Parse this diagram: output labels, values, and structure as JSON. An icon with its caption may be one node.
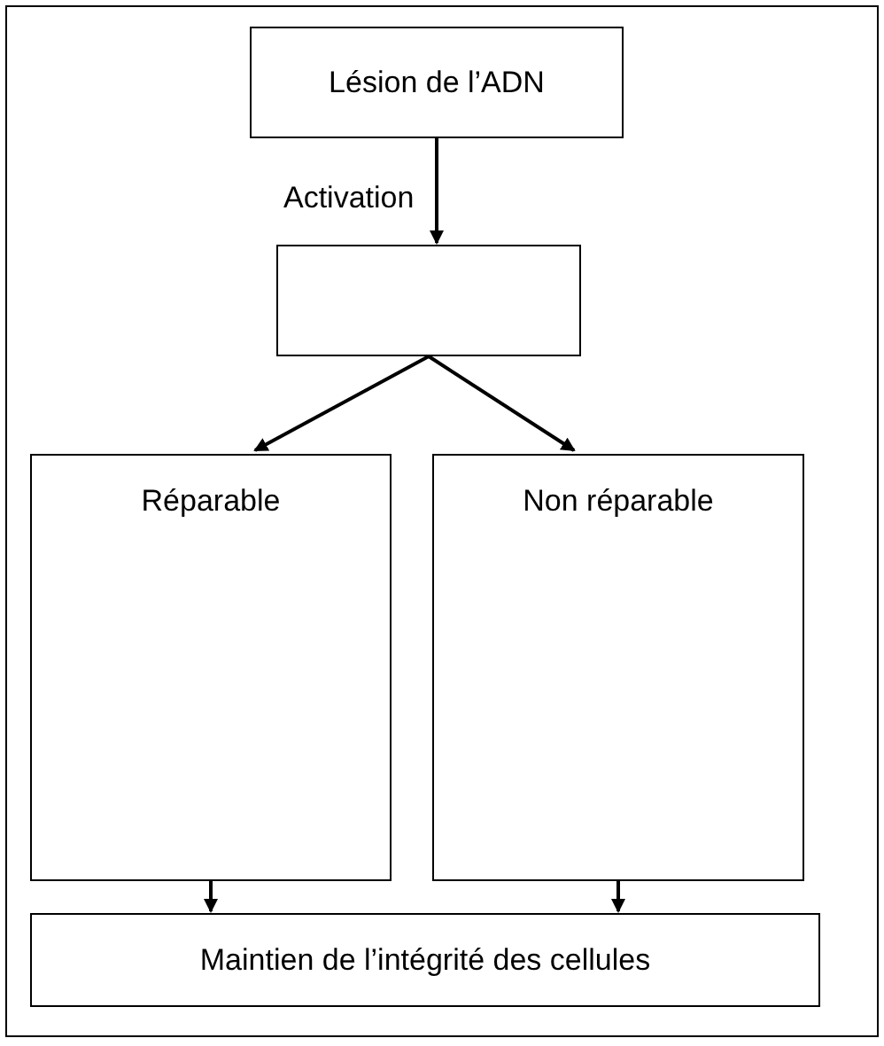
{
  "diagram": {
    "nodes": [
      {
        "text": [
          "Lésion de l’ADN"
        ]
      },
      {
        "text": [],
        "shape": "box"
      },
      {
        "text": [
          "Réparable"
        ]
      },
      {
        "text": [
          "Non réparable"
        ]
      },
      {
        "text": [
          "Maintien de l’intégrité des cellules"
        ]
      }
    ],
    "edges": [
      {
        "from": 0,
        "to": 1,
        "arrow": "to",
        "label": "Activation"
      },
      {
        "from": 1,
        "to": 2,
        "arrow": "to"
      },
      {
        "from": 1,
        "to": 3,
        "arrow": "to"
      },
      {
        "from": 2,
        "to": 4,
        "arrow": "to"
      },
      {
        "from": 3,
        "to": 4,
        "arrow": "to"
      }
    ]
  }
}
